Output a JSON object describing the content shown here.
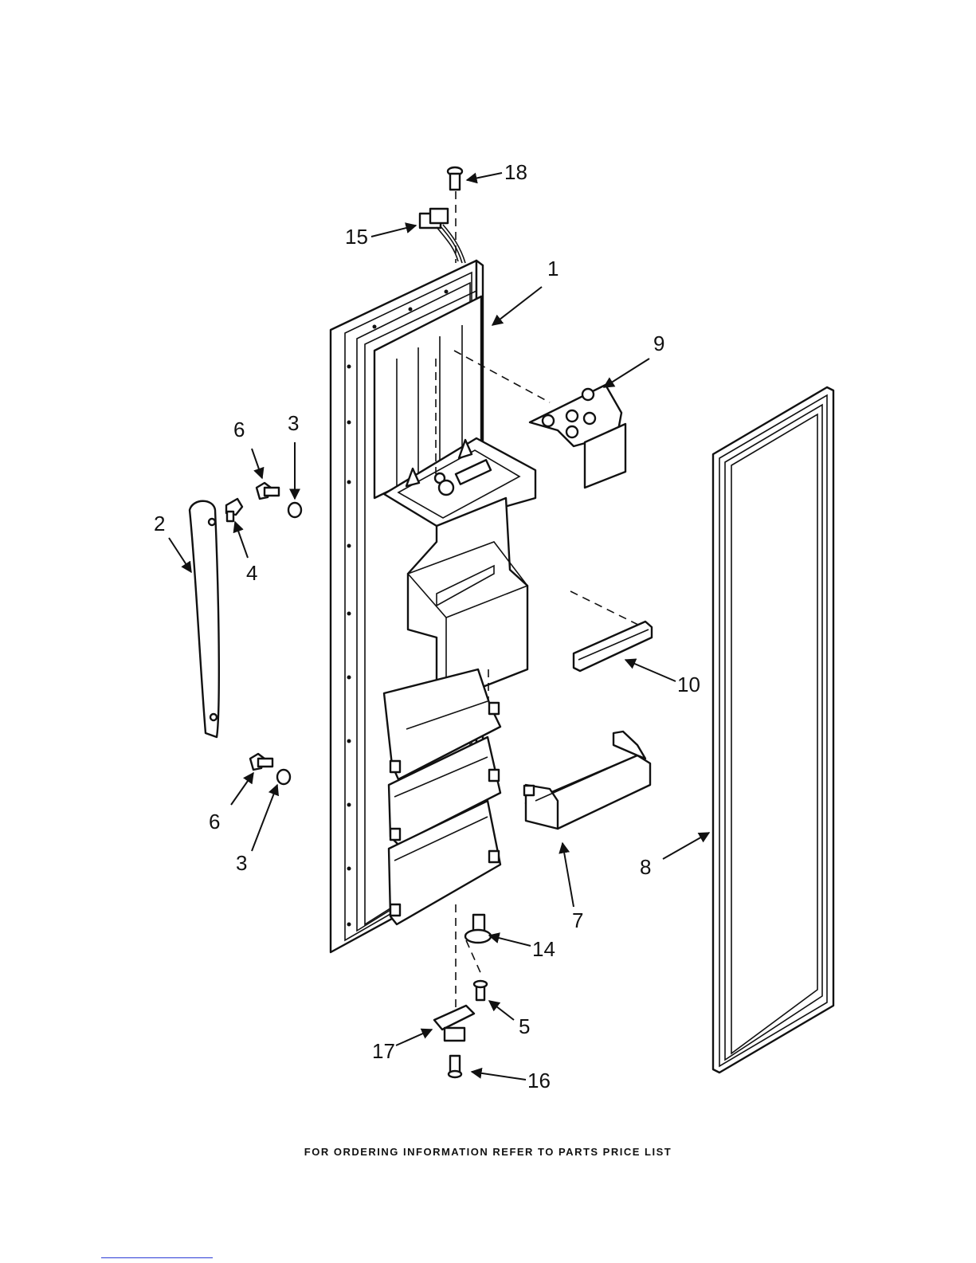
{
  "footer": {
    "note": "FOR ORDERING INFORMATION REFER TO PARTS PRICE LIST"
  },
  "callouts": {
    "door": "1",
    "handle": "2",
    "cap_upper": "3",
    "cap_lower": "3",
    "screw_4": "4",
    "screw_5": "5",
    "screw_6_upper": "6",
    "screw_6_lower": "6",
    "shelf_7": "7",
    "gasket": "8",
    "cover_9": "9",
    "trim_10": "10",
    "hinge_pin": "14",
    "harness": "15",
    "screw_16": "16",
    "hinge_17": "17",
    "plug_18": "18"
  },
  "colors": {
    "line": "#111111",
    "link": "#2a3bd6"
  }
}
